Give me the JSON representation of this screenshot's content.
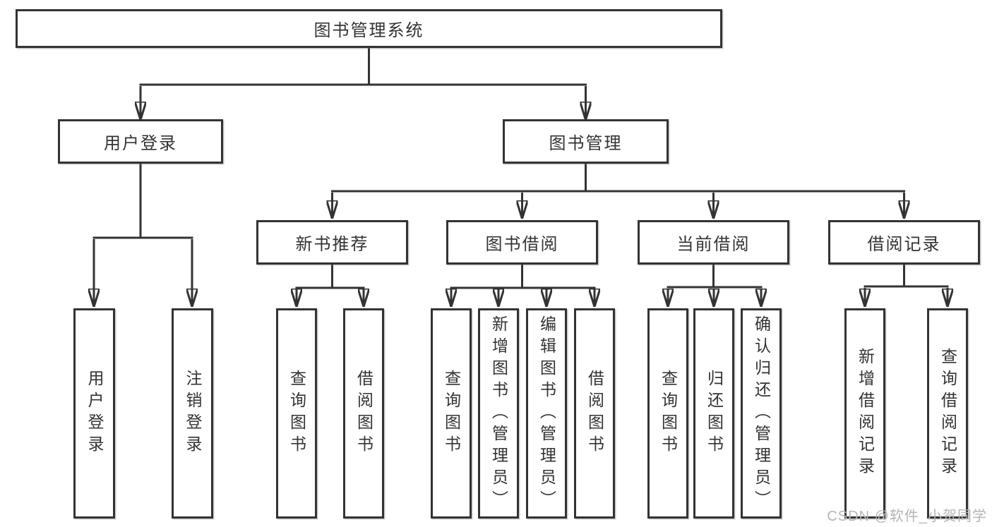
{
  "diagram": {
    "type": "tree",
    "nodes": {
      "root": "图书管理系统",
      "l2_user_login": "用户登录",
      "l2_book_mgmt": "图书管理",
      "l3_new_book": "新书推荐",
      "l3_book_borrow": "图书借阅",
      "l3_current_borrow": "当前借阅",
      "l3_borrow_record": "借阅记录",
      "leaf_user_login": "用户登录",
      "leaf_logout": "注销登录",
      "leaf_nb_query_book": "查询图书",
      "leaf_nb_borrow_book": "借阅图书",
      "leaf_bb_query_book": "查询图书",
      "leaf_bb_add_book_admin": "新增图书（管理员）",
      "leaf_bb_edit_book_admin": "编辑图书（管理员）",
      "leaf_bb_borrow_book": "借阅图书",
      "leaf_cb_query_book": "查询图书",
      "leaf_cb_return_book": "归还图书",
      "leaf_cb_confirm_return_admin": "确认归还（管理员）",
      "leaf_br_add_record": "新增借阅记录",
      "leaf_br_query_record": "查询借阅记录"
    },
    "hierarchy": {
      "图书管理系统": {
        "用户登录": [
          "用户登录",
          "注销登录"
        ],
        "图书管理": {
          "新书推荐": [
            "查询图书",
            "借阅图书"
          ],
          "图书借阅": [
            "查询图书",
            "新增图书（管理员）",
            "编辑图书（管理员）",
            "借阅图书"
          ],
          "当前借阅": [
            "查询图书",
            "归还图书",
            "确认归还（管理员）"
          ],
          "借阅记录": [
            "新增借阅记录",
            "查询借阅记录"
          ]
        }
      }
    }
  },
  "watermark": "CSDN @软件_小贺同学",
  "colors": {
    "line": "#333333",
    "text": "#333333",
    "box_fill": "#ffffff",
    "watermark": "#b5b5b5"
  }
}
